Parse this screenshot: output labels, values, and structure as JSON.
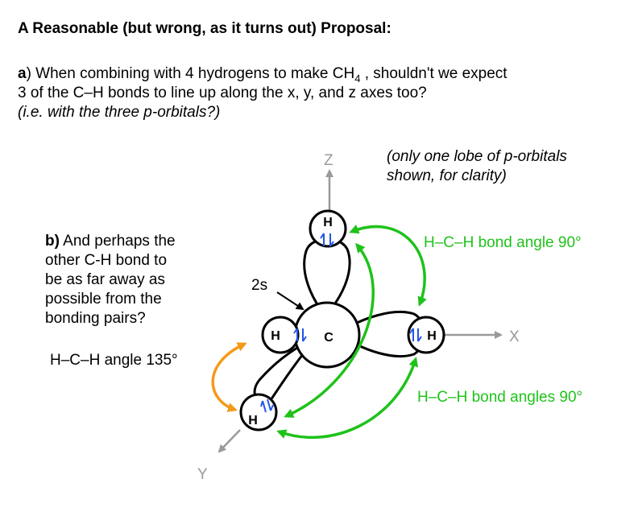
{
  "title": "A Reasonable (but wrong, as it turns out) Proposal:",
  "part_a": {
    "label": "a",
    "line1_pre": ") When combining with 4 hydrogens to make CH",
    "line1_sub": "4",
    "line1_post": " , shouldn't we expect",
    "line2": "3 of the C–H bonds to line up along the x, y, and z axes too?",
    "line3": "(i.e. with the three p-orbitals?)"
  },
  "part_b": {
    "label": "b)",
    "line1": " And perhaps the",
    "line2": "other C-H bond to",
    "line3": "be as far away as",
    "line4": "possible from the",
    "line5": "bonding pairs?"
  },
  "note": {
    "line1": "(only one lobe of p-orbitals",
    "line2": "shown, for clarity)"
  },
  "axes": {
    "z": "Z",
    "x": "X",
    "y": "Y"
  },
  "labels": {
    "carbon": "C",
    "hydrogen": "H",
    "orbital_2s": "2s",
    "angle_top": "H–C–H bond angle 90°",
    "angle_bottom": "H–C–H bond angles 90°",
    "angle_left": "H–C–H angle 135°"
  },
  "colors": {
    "green_arrow": "#1fc21a",
    "orange_arrow": "#f39a1c",
    "electron_blue": "#2255e6",
    "axis_gray": "#9a9a9a"
  }
}
